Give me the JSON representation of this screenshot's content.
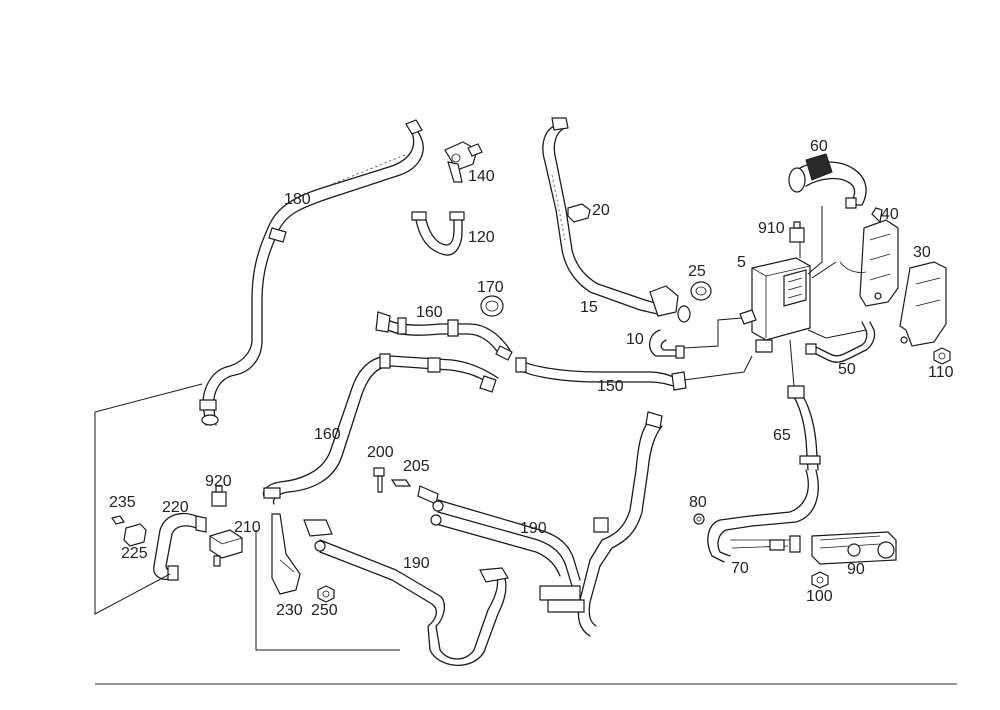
{
  "diagram": {
    "callouts": {
      "p5": "5",
      "p10": "10",
      "p15": "15",
      "p20": "20",
      "p25": "25",
      "p30": "30",
      "p40": "40",
      "p50": "50",
      "p60": "60",
      "p65": "65",
      "p70": "70",
      "p80": "80",
      "p90": "90",
      "p100": "100",
      "p110": "110",
      "p120": "120",
      "p140": "140",
      "p150": "150",
      "p160a": "160",
      "p160b": "160",
      "p170": "170",
      "p180": "180",
      "p190a": "190",
      "p190b": "190",
      "p200": "200",
      "p205": "205",
      "p210": "210",
      "p220": "220",
      "p225": "225",
      "p230": "230",
      "p235": "235",
      "p250": "250",
      "p910": "910",
      "p920": "920"
    }
  }
}
